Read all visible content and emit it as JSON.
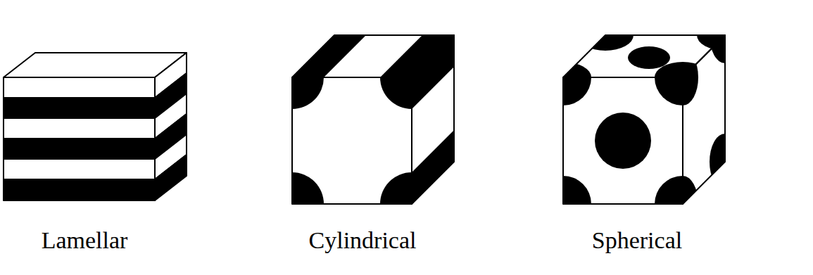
{
  "diagram": {
    "labels": [
      "Lamellar",
      "Cylindrical",
      "Spherical"
    ]
  }
}
